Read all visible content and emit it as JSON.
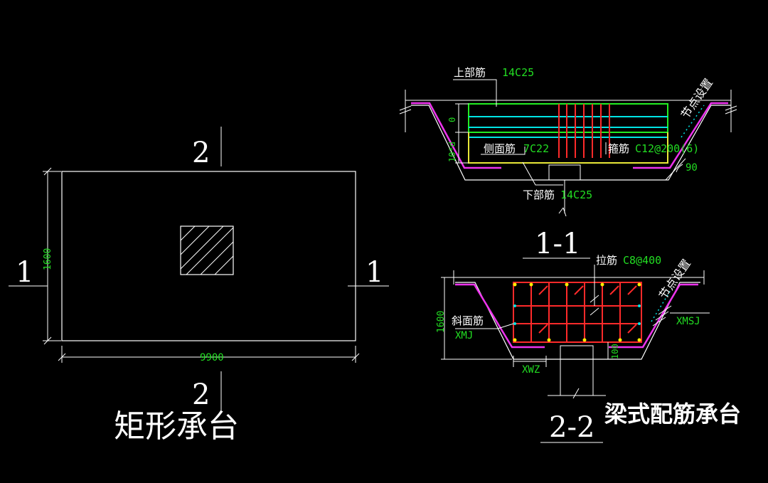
{
  "colors": {
    "background": "#000000",
    "line": "#ffffff",
    "dimension_text": "#22dd22",
    "top_bar": "#22ee22",
    "side_bar": "#00e5e5",
    "bottom_bar": "#e8e838",
    "stirrup": "#ff2a2a",
    "slope_bar": "#ee33ee",
    "bar_dot": "#ffee00"
  },
  "plan": {
    "title": "矩形承台",
    "dim_width": "9900",
    "dim_height": "1600",
    "section_1_left": "1",
    "section_1_right": "1",
    "section_2_top": "2",
    "section_2_bottom": "2"
  },
  "section_1_1": {
    "label": "1-1",
    "top_bar_label": "上部筋",
    "top_bar_value": "14C25",
    "side_bar_label": "侧面筋",
    "side_bar_value": "7C22",
    "stirrup_label": "箍筋",
    "stirrup_value": "C12@200(6)",
    "bottom_bar_label": "下部筋",
    "bottom_bar_value": "14C25",
    "node_note": "节点设置",
    "angle": "90",
    "dim_zero": "0",
    "dim_side": "10*d"
  },
  "section_2_2": {
    "label": "2-2",
    "title": "梁式配筋承台",
    "tie_label": "拉筋",
    "tie_value": "C8@400",
    "node_note": "节点设置",
    "slope_bar_label": "斜面筋",
    "slope_bar_code": "XMJ",
    "xmsj": "XMSJ",
    "xwz": "XWZ",
    "dim_height": "1600",
    "dim_100": "100"
  }
}
